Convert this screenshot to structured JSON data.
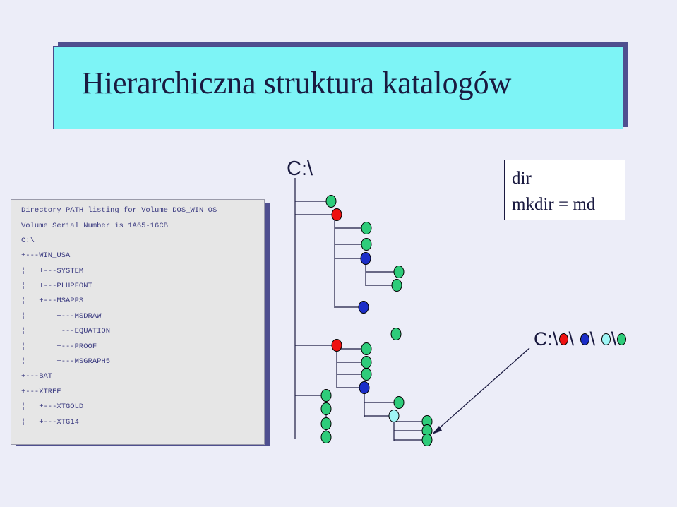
{
  "slide": {
    "title": "Hierarchiczna struktura katalogów",
    "background_color": "#ecedf8",
    "title_box_color": "#7df4f6"
  },
  "listing": {
    "lines": [
      "Directory PATH listing for Volume DOS_WIN OS",
      "Volume Serial Number is 1A65-16CB",
      "C:\\",
      "+---WIN_USA",
      "¦   +---SYSTEM",
      "¦   +---PLHPFONT",
      "¦   +---MSAPPS",
      "¦       +---MSDRAW",
      "¦       +---EQUATION",
      "¦       +---PROOF",
      "¦       +---MSGRAPH5",
      "+---BAT",
      "+---XTREE",
      "¦   +---XTGOLD",
      "¦   +---XTG14"
    ]
  },
  "commands": {
    "line1": "dir",
    "line2": "mkdir = md"
  },
  "tree": {
    "root_label": "C:\\",
    "node_colors": {
      "green": "#2ecc7a",
      "red": "#ee1111",
      "blue": "#1c2ec8",
      "cyan": "#9ff6f6"
    }
  },
  "path_example": {
    "prefix": "C:\\",
    "separator": "\\",
    "node_sequence": [
      "red",
      "blue",
      "cyan",
      "green"
    ]
  }
}
